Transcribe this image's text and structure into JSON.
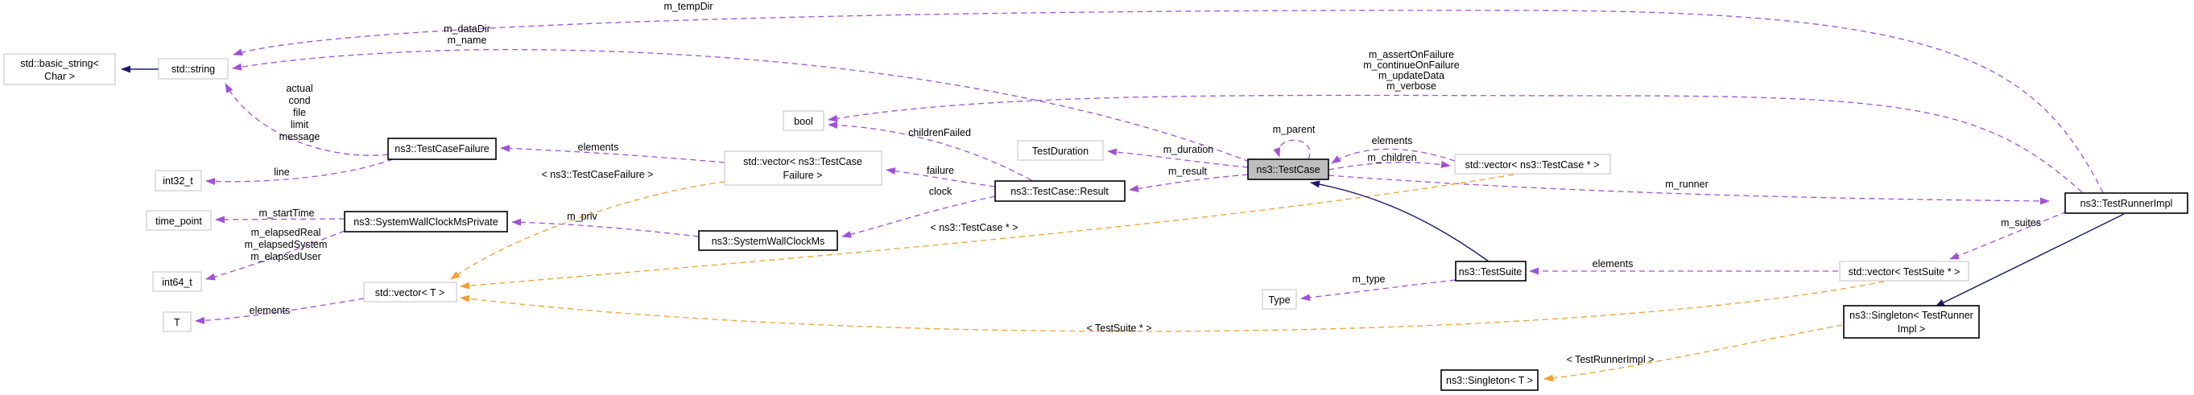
{
  "graph": {
    "kind": "doxygen-collaboration-diagram",
    "colors": {
      "usage_edge": "#a050da",
      "template_edge": "#f0a030",
      "inheritance_edge": "#191970",
      "node_fill": "#ffffff",
      "node_border": "#c2c2c2",
      "documented_node_border": "#000000",
      "current_node_fill": "#bebebe",
      "background": "#ffffff"
    },
    "nodes": {
      "basic_string": {
        "lines": [
          "std::basic_string<",
          "Char >"
        ]
      },
      "string": {
        "label": "std::string"
      },
      "test_case_failure": {
        "label": "ns3::TestCaseFailure"
      },
      "int32_t": {
        "label": "int32_t"
      },
      "time_point": {
        "label": "time_point"
      },
      "swcms_private": {
        "label": "ns3::SystemWallClockMsPrivate"
      },
      "int64_t": {
        "label": "int64_t"
      },
      "t": {
        "label": "T"
      },
      "vector_t": {
        "label": "std::vector< T >"
      },
      "bool": {
        "label": "bool"
      },
      "vector_tcf": {
        "lines": [
          "std::vector< ns3::TestCase",
          "Failure >"
        ]
      },
      "swcms": {
        "label": "ns3::SystemWallClockMs"
      },
      "test_duration": {
        "label": "TestDuration"
      },
      "result": {
        "label": "ns3::TestCase::Result"
      },
      "test_case": {
        "label": "ns3::TestCase"
      },
      "vector_tc_ptr": {
        "label": "std::vector< ns3::TestCase * >"
      },
      "test_suite": {
        "label": "ns3::TestSuite"
      },
      "type": {
        "label": "Type"
      },
      "vector_ts_ptr": {
        "label": "std::vector< TestSuite * >"
      },
      "test_runner_impl": {
        "label": "ns3::TestRunnerImpl"
      },
      "singleton_tri": {
        "lines": [
          "ns3::Singleton< TestRunner",
          "Impl >"
        ]
      },
      "singleton_t": {
        "label": "ns3::Singleton< T >"
      }
    },
    "edge_labels": {
      "failure_fields": {
        "lines": [
          "actual",
          "cond",
          "file",
          "limit",
          "message"
        ]
      },
      "line": {
        "text": "line"
      },
      "data_dir": {
        "lines": [
          "m_dataDir",
          "m_name"
        ]
      },
      "temp_dir": {
        "text": "m_tempDir"
      },
      "runner_flags": {
        "lines": [
          "m_assertOnFailure",
          "m_continueOnFailure",
          "m_updateData",
          "m_verbose"
        ]
      },
      "children_failed": {
        "text": "childrenFailed"
      },
      "failure": {
        "text": "failure"
      },
      "clock": {
        "text": "clock"
      },
      "m_priv": {
        "text": "m_priv"
      },
      "m_start_time": {
        "text": "m_startTime"
      },
      "elapsed": {
        "lines": [
          "m_elapsedReal",
          "m_elapsedSystem",
          "m_elapsedUser"
        ]
      },
      "elements_tcf": {
        "text": "elements"
      },
      "elements_t": {
        "text": "elements"
      },
      "elements_tc": {
        "text": "elements"
      },
      "elements_ts": {
        "text": "elements"
      },
      "m_duration": {
        "text": "m_duration"
      },
      "m_result": {
        "text": "m_result"
      },
      "m_parent": {
        "text": "m_parent"
      },
      "m_children": {
        "text": "m_children"
      },
      "m_runner": {
        "text": "m_runner"
      },
      "m_suites": {
        "text": "m_suites"
      },
      "m_type": {
        "text": "m_type"
      },
      "tmpl_tcf": {
        "text": "< ns3::TestCaseFailure >"
      },
      "tmpl_tc_ptr": {
        "text": "< ns3::TestCase * >"
      },
      "tmpl_ts_ptr": {
        "text": "< TestSuite * >"
      },
      "tmpl_tri": {
        "text": "< TestRunnerImpl >"
      }
    }
  }
}
